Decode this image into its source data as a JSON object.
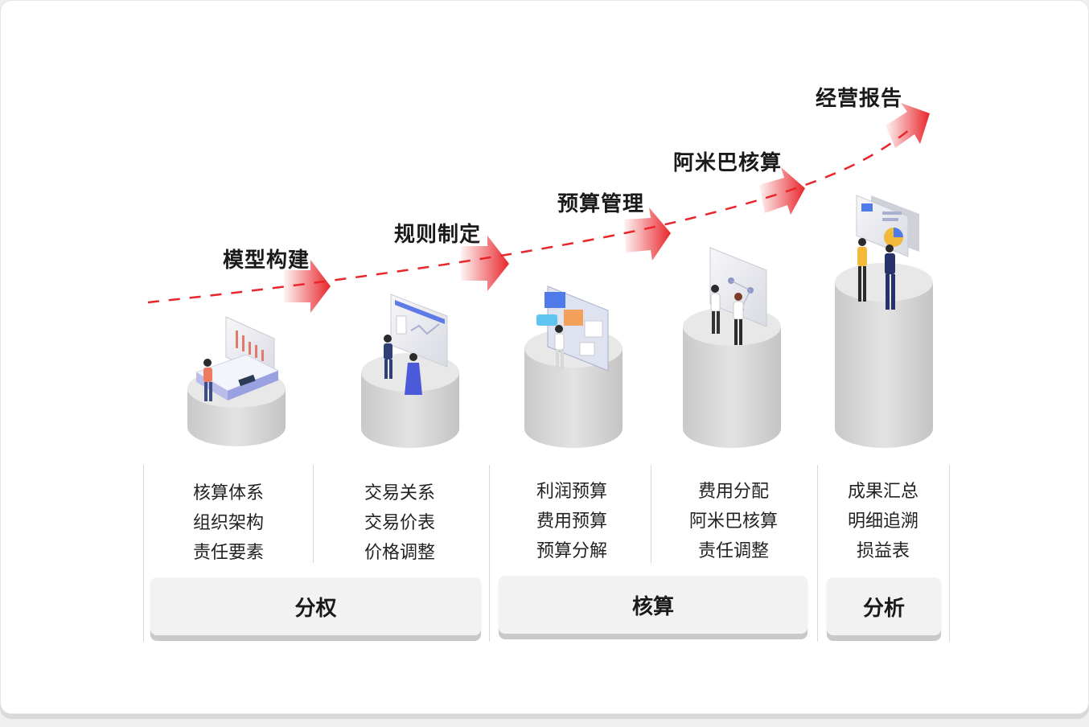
{
  "stages": [
    {
      "label": "模型构建"
    },
    {
      "label": "规则制定"
    },
    {
      "label": "预算管理"
    },
    {
      "label": "阿米巴核算"
    },
    {
      "label": "经营报告"
    }
  ],
  "columns": [
    {
      "items": [
        "核算体系",
        "组织架构",
        "责任要素"
      ]
    },
    {
      "items": [
        "交易关系",
        "交易价表",
        "价格调整"
      ]
    },
    {
      "items": [
        "利润预算",
        "费用预算",
        "预算分解"
      ]
    },
    {
      "items": [
        "费用分配",
        "阿米巴核算",
        "责任调整"
      ]
    },
    {
      "items": [
        "成果汇总",
        "明细追溯",
        "损益表"
      ]
    }
  ],
  "groups": [
    {
      "label": "分权"
    },
    {
      "label": "核算"
    },
    {
      "label": "分析"
    }
  ],
  "colors": {
    "arrow": "#e8262b",
    "pillar": "#d9d9d9",
    "accent_blue": "#4a6cf7"
  }
}
